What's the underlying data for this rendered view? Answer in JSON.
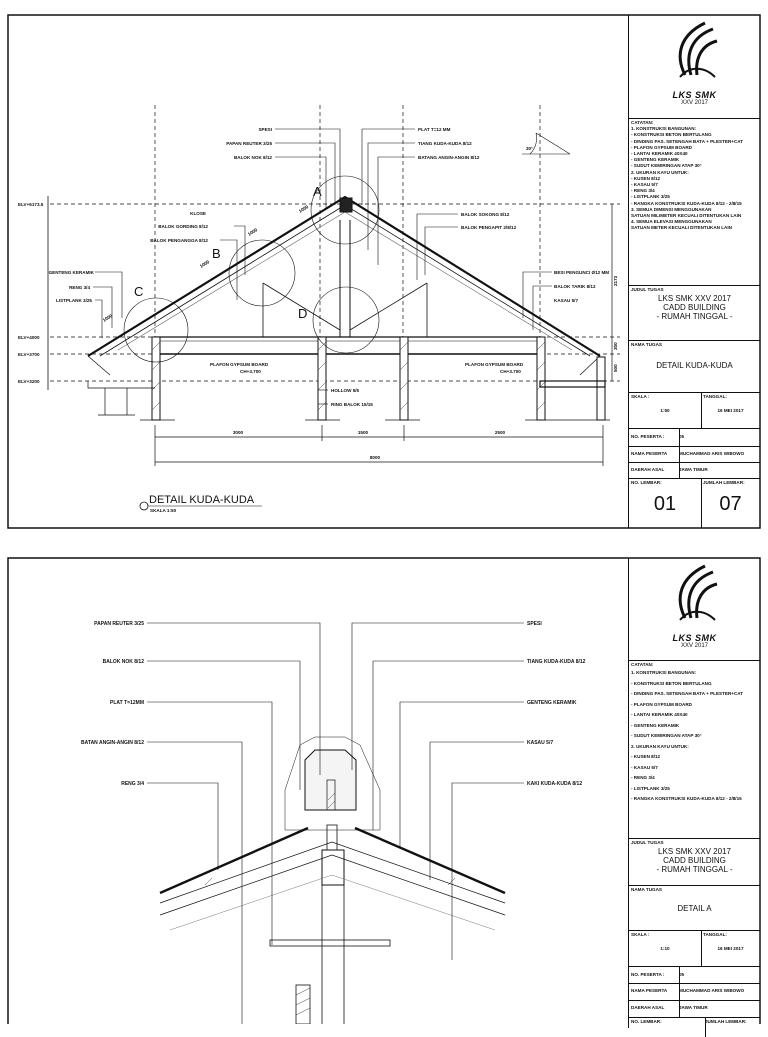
{
  "sheets": [
    {
      "logo": {
        "line1": "LKS SMK",
        "line2": "XXV 2017"
      },
      "notes_title": "CATATAN:",
      "notes": [
        "1. KONSTRUKSI BANGUNAN:",
        "- KONSTRUKSI BETON BERTULANG",
        "- DINDING PAS. SETENGAH BATA + PLESTER+CAT",
        "- PLAFON GYPSUM BOARD",
        "- LANTAI KERAMIK 40X40",
        "- GENTENG KERAMIK",
        "- SUDUT KEMIRINGAN ATAP 30°",
        "2. UKURAN KAYU UNTUK:",
        "- KUSEN 8/12",
        "- KASAU 5/7",
        "- RENG 3/4",
        "- LISTPLANK 3/25",
        "- RANGKA KONSTRUKSI KUDA-KUDA 8/12 - 2/8/15",
        "3. SEMUA DIMENSI MENGGUNAKAN",
        "   SATUAN MILIMETER KECUALI DITENTUKAN LAIN",
        "4. SEMUA ELEVASI MENGGUNAKAN",
        "   SATUAN METER KECUALI DITENTUKAN LAIN"
      ],
      "judul_label": "JUDUL TUGAS",
      "judul": [
        "LKS SMK XXV 2017",
        "CADD BUILDING",
        "- RUMAH TINGGAL -"
      ],
      "nama_tugas_label": "NAMA TUGAS",
      "nama_tugas": "DETAIL KUDA-KUDA",
      "skala_label": "SKALA :",
      "skala": "1:50",
      "tanggal_label": "TANGGAL:",
      "tanggal": "16 MEI 2017",
      "no_peserta_label": "NO. PESERTA :",
      "no_peserta": "05",
      "nama_peserta_label": "NAMA PESERTA",
      "nama_peserta": "MUCHAMMAD ARIS WIBOWO",
      "daerah_label": "DAERAH ASAL",
      "daerah": "JAWA TIMUR",
      "no_lembar_label": "NO. LEMBAR:",
      "no_lembar": "01",
      "jumlah_label": "JUMLAH LEMBAR:",
      "jumlah": "07"
    },
    {
      "logo": {
        "line1": "LKS SMK",
        "line2": "XXV 2017"
      },
      "notes_title": "CATATAN:",
      "notes": [
        "1. KONSTRUKSI BANGUNAN:",
        "- KONSTRUKSI BETON BERTULANG",
        "- DINDING PAS. SETENGAH BATA + PLESTER+CAT",
        "- PLAFON GYPSUM BOARD",
        "- LANTAI KERAMIK 40X40",
        "- GENTENG KERAMIK",
        "- SUDUT KEMIRINGAN ATAP 30°",
        "2. UKURAN KAYU UNTUK:",
        "- KUSEN 8/12",
        "- KASAU 5/7",
        "- RENG 3/4",
        "- LISTPLANK 3/25",
        "- RANGKA KONSTRUKSI KUDA-KUDA 8/12 - 2/8/15"
      ],
      "judul_label": "JUDUL TUGAS",
      "judul": [
        "LKS SMK XXV 2017",
        "CADD BUILDING",
        "- RUMAH TINGGAL -"
      ],
      "nama_tugas_label": "NAMA TUGAS",
      "nama_tugas": "DETAIL A",
      "skala_label": "SKALA :",
      "skala": "1:10",
      "tanggal_label": "TANGGAL:",
      "tanggal": "16 MEI 2017",
      "no_peserta_label": "NO. PESERTA :",
      "no_peserta": "05",
      "nama_peserta_label": "NAMA PESERTA",
      "nama_peserta": "MUCHAMMAD ARIS WIBOWO",
      "daerah_label": "DAERAH ASAL",
      "daerah": "JAWA TIMUR",
      "no_lembar_label": "NO. LEMBAR:",
      "jumlah_label": "JUMLAH LEMBAR:"
    }
  ],
  "drawing1": {
    "title": "DETAIL KUDA-KUDA",
    "scale": "SKALA 1:50",
    "detail_marks": [
      "A",
      "B",
      "C",
      "D"
    ],
    "elevations": [
      "ELV+6173.5",
      "ELV+4000",
      "ELV+3700",
      "ELV+3200"
    ],
    "labels_left": [
      "SPESI",
      "PAPAN REUTER 3/25",
      "BALOK NOK 8/12",
      "KLOSE",
      "BALOK GORDING 8/12",
      "BALOK PENGANGGA 8/12",
      "GENTENG KERAMIK",
      "RENG 3/4",
      "LISTPLANK 3/25"
    ],
    "labels_right": [
      "PLAT T=12 MM",
      "TIANG KUDA-KUDA 8/12",
      "BATANG ANGIN-ANGIN 8/12",
      "BALOK SOKONG 8/12",
      "BALOK PENGAPIT 2/8/12",
      "BESI PENGUNCI Ø12 MM",
      "BALOK TARIK 8/12",
      "KASAU 5/7"
    ],
    "ceiling_labels": [
      "PLAFON GYPSUM BOARD",
      "CH+3.700",
      "PLAFON GYPSUM BOARD",
      "CH+3.700"
    ],
    "column_labels": [
      "HOLLOW 5/5",
      "RING BALOK 15/15"
    ],
    "angle": "30°",
    "dims": [
      "3000",
      "1500",
      "2500",
      "8000"
    ],
    "slope_dims": [
      "1000",
      "1000",
      "1000",
      "1000"
    ],
    "side_dims": [
      "2173",
      "300",
      "500"
    ]
  },
  "drawing2": {
    "labels_left": [
      "PAPAN REUTER 3/25",
      "BALOK NOK 8/12",
      "PLAT T=12MM",
      "BATAN ANGIN-ANGIN 8/12",
      "RENG 3/4"
    ],
    "labels_right": [
      "SPESI",
      "TIANG KUDA-KUDA 8/12",
      "GENTENG KERAMIK",
      "KASAU 5/7",
      "KAKI KUDA-KUDA 8/12"
    ]
  }
}
